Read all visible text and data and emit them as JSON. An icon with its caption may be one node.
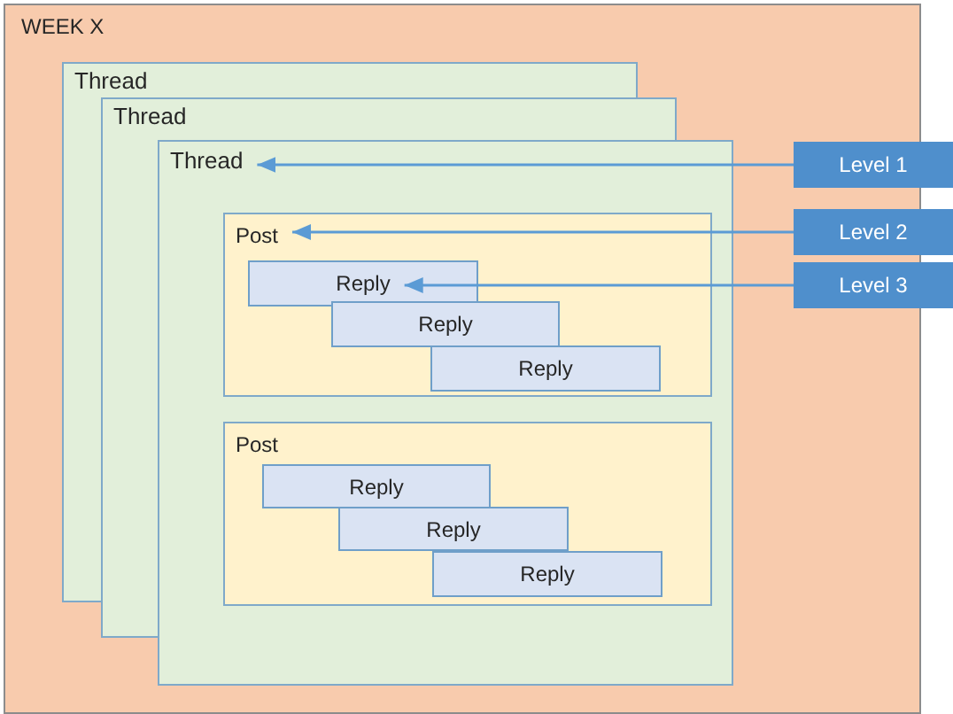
{
  "diagram": {
    "nodes": [
      {
        "text": [
          "WEEK X"
        ]
      },
      {
        "text": [
          "Thread"
        ],
        "in": 0
      },
      {
        "text": [
          "Thread"
        ],
        "in": 0
      },
      {
        "text": [
          "Thread"
        ],
        "in": 0
      },
      {
        "text": [
          "Post"
        ],
        "in": 3
      },
      {
        "text": [
          "Reply"
        ],
        "in": 4
      },
      {
        "text": [
          "Reply"
        ],
        "in": 4
      },
      {
        "text": [
          "Reply"
        ],
        "in": 4
      },
      {
        "text": [
          "Post"
        ],
        "in": 3
      },
      {
        "text": [
          "Reply"
        ],
        "in": 8
      },
      {
        "text": [
          "Reply"
        ],
        "in": 8
      },
      {
        "text": [
          "Reply"
        ],
        "in": 8
      },
      {
        "text": [
          "Level 1"
        ]
      },
      {
        "text": [
          "Level 2"
        ]
      },
      {
        "text": [
          "Level 3"
        ]
      }
    ],
    "edges": [
      {
        "from": 12,
        "to": 3,
        "arrow": "to"
      },
      {
        "from": 13,
        "to": 4,
        "arrow": "to"
      },
      {
        "from": 14,
        "to": 5,
        "arrow": "to"
      }
    ]
  }
}
